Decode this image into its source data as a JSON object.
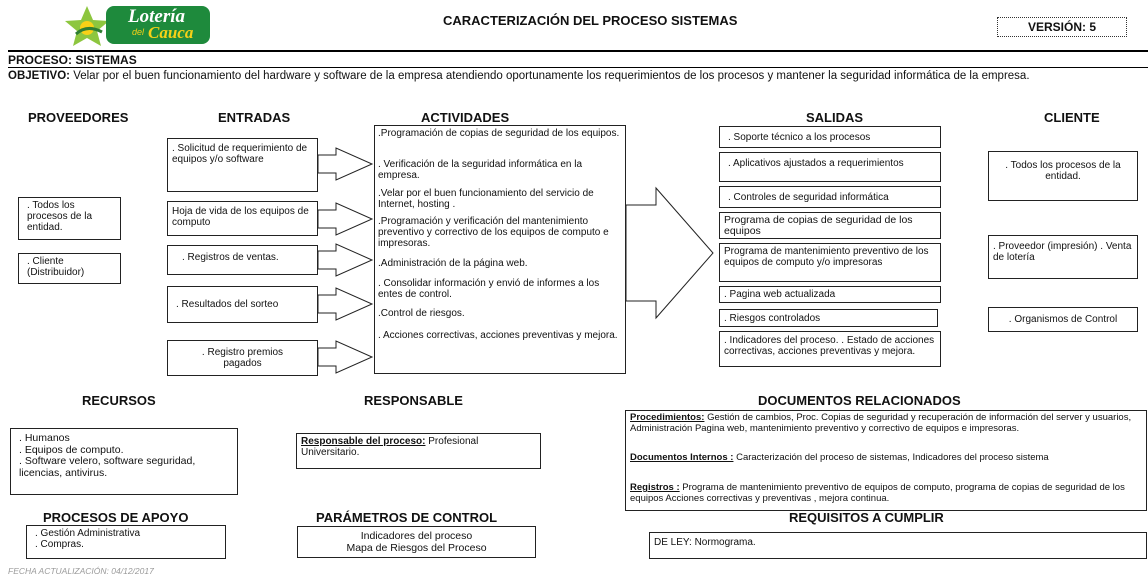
{
  "logo": {
    "line1": "Lotería",
    "line2": "del",
    "line3": "Cauca"
  },
  "header": {
    "title": "CARACTERIZACIÓN DEL PROCESO  SISTEMAS",
    "version": "VERSIÓN: 5"
  },
  "proceso": {
    "label": "PROCESO:",
    "value": "SISTEMAS"
  },
  "objetivo": {
    "label": "OBJETIVO:",
    "text": "Velar por el buen funcionamiento del hardware y software de la empresa atendiendo oportunamente los requerimientos de los procesos y mantener la seguridad informática de la empresa."
  },
  "columns": {
    "proveedores": "PROVEEDORES",
    "entradas": "ENTRADAS",
    "actividades": "ACTIVIDADES",
    "salidas": "SALIDAS",
    "cliente": "CLIENTE"
  },
  "proveedores": [
    ". Todos los procesos de la entidad.",
    ". Cliente (Distribuidor)"
  ],
  "entradas": [
    ". Solicitud de requerimiento de equipos y/o software",
    "Hoja de vida de los equipos de computo",
    ". Registros de ventas.",
    ". Resultados del sorteo",
    ". Registro premios pagados"
  ],
  "actividades": [
    ".Programación de copias de seguridad de los equipos.",
    ". Verificación de la seguridad informática en la empresa.",
    ".Velar por el buen funcionamiento del servicio de Internet, hosting .",
    ".Programación y verificación del mantenimiento preventivo y correctivo de los equipos de computo e impresoras.",
    ".Administración de la página web.",
    ". Consolidar información y envió de informes a los entes de control.",
    ".Control de riesgos.",
    ". Acciones correctivas, acciones preventivas y mejora."
  ],
  "salidas": [
    ". Soporte técnico a los procesos",
    ". Aplicativos ajustados a requerimientos",
    ". Controles de seguridad informática",
    "Programa de copias de seguridad de los equipos",
    "Programa de mantenimiento preventivo de los equipos de computo y/o impresoras",
    ". Pagina web actualizada",
    ". Riesgos controlados",
    ". Indicadores del proceso. . Estado de acciones correctivas, acciones preventivas y mejora."
  ],
  "cliente": [
    ". Todos los procesos de la entidad.",
    ". Proveedor (impresión) . Venta de lotería",
    ". Organismos de Control"
  ],
  "recursos": {
    "title": "RECURSOS",
    "lines": [
      ". Humanos",
      ". Equipos de computo.",
      ". Software velero, software seguridad, licencias, antivirus."
    ]
  },
  "responsable": {
    "title": "RESPONSABLE",
    "label": "Responsable del proceso:",
    "value": "Profesional Universitario."
  },
  "documentos": {
    "title": "DOCUMENTOS RELACIONADOS",
    "procedimientos_label": "Procedimientos:",
    "procedimientos": "Gestión de cambios, Proc. Copias de seguridad y recuperación de información del server y usuarios, Administración Pagina web, mantenimiento preventivo y correctivo de equipos e impresoras.",
    "internos_label": "Documentos Internos :",
    "internos": "Caracterización del proceso de sistemas, Indicadores del proceso sistema",
    "registros_label": "Registros :",
    "registros": "Programa de mantenimiento preventivo de equipos de computo, programa de copias de seguridad de los equipos Acciones correctivas y preventivas , mejora continua."
  },
  "apoyo": {
    "title": "PROCESOS DE APOYO",
    "lines": [
      ". Gestión Administrativa",
      ". Compras."
    ]
  },
  "parametros": {
    "title": "PARÁMETROS DE CONTROL",
    "lines": [
      "Indicadores del proceso",
      "Mapa de Riesgos del Proceso"
    ]
  },
  "requisitos": {
    "title": "REQUISITOS A CUMPLIR",
    "text": "DE LEY: Normograma."
  },
  "footer": {
    "fecha": "FECHA ACTUALIZACIÓN: 04/12/2017"
  }
}
